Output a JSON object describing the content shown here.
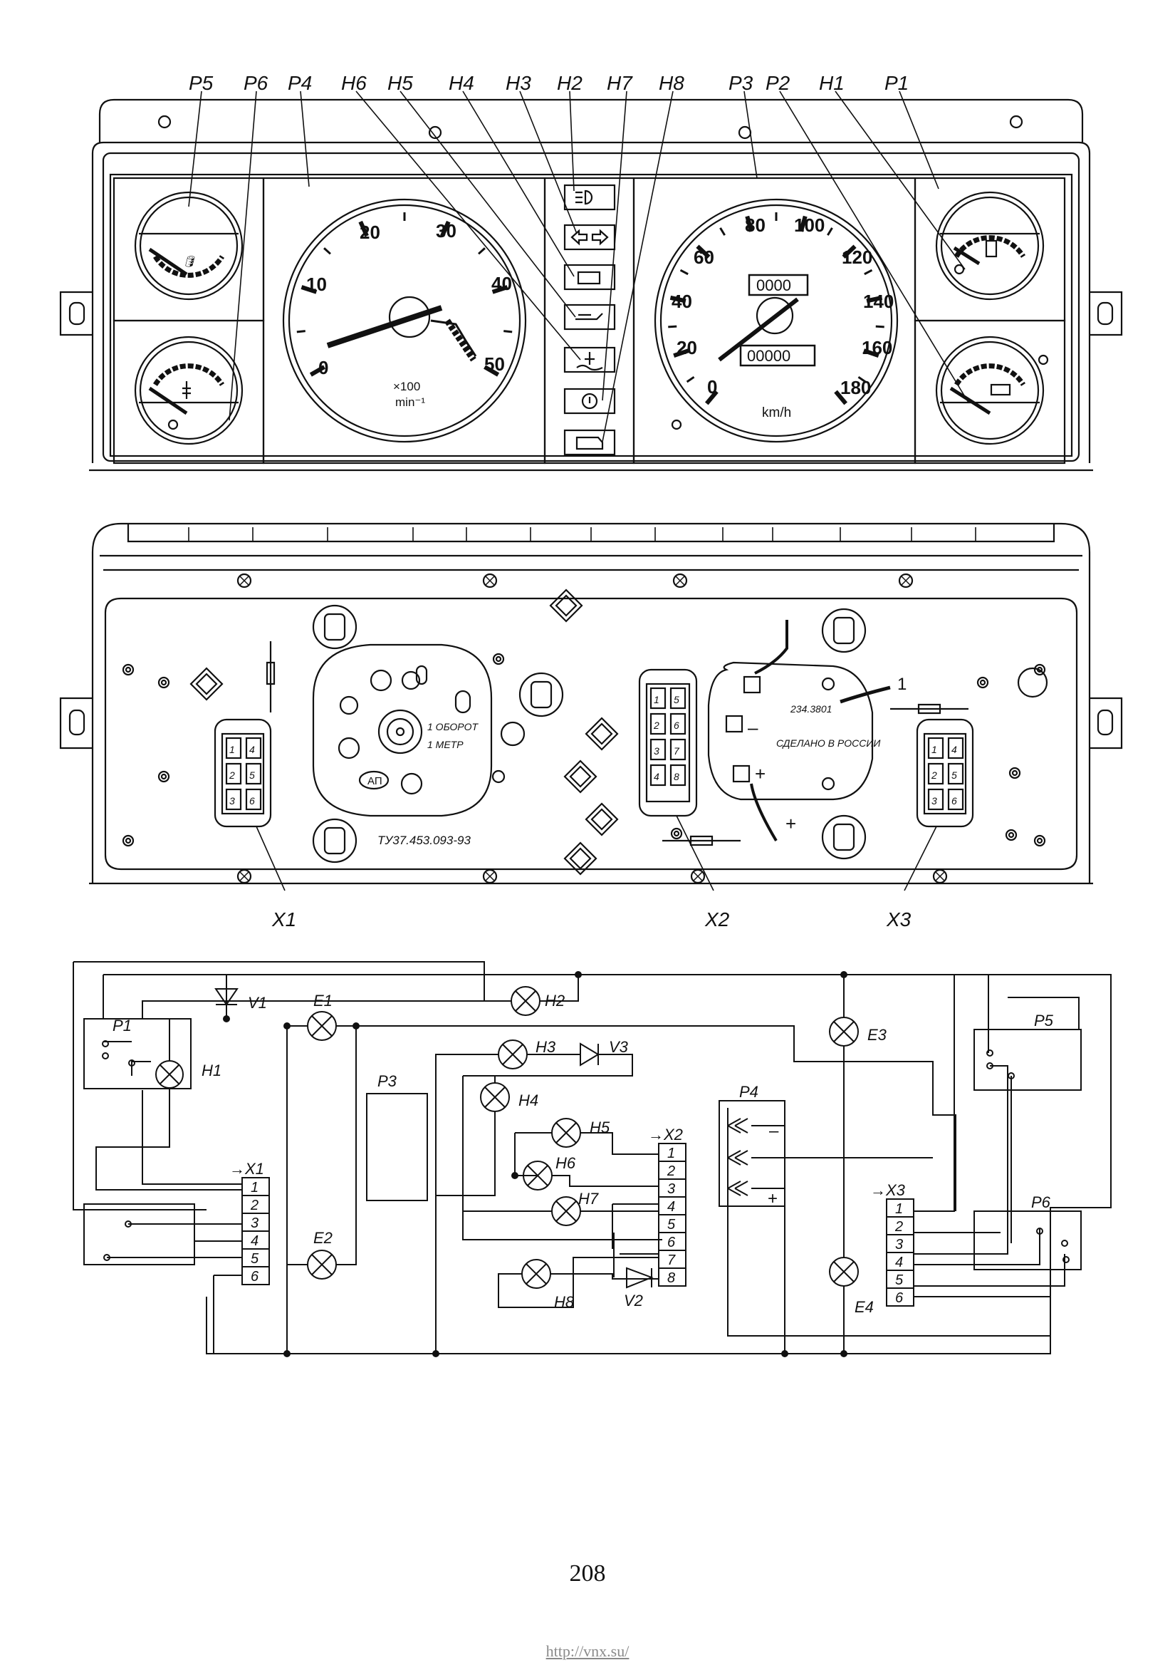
{
  "instrument_panel": {
    "callout_labels": [
      "P5",
      "P6",
      "P4",
      "H6",
      "H5",
      "H4",
      "H3",
      "H2",
      "H7",
      "H8",
      "P3",
      "P2",
      "H1",
      "P1"
    ],
    "tachometer": {
      "scale": [
        "0",
        "10",
        "20",
        "30",
        "40",
        "50"
      ],
      "unit_line1": "×100",
      "unit_line2": "min⁻¹"
    },
    "speedometer": {
      "scale": [
        "0",
        "20",
        "40",
        "60",
        "80",
        "100",
        "120",
        "140",
        "160",
        "180"
      ],
      "unit": "km/h",
      "trip_odometer": "0000",
      "odometer": "00000"
    },
    "warning_lamps": [
      "high-beam-icon",
      "turn-signal-icon",
      "battery-icon",
      "oil-pressure-icon",
      "coolant-temp-icon",
      "brake-icon",
      "check-engine-icon"
    ]
  },
  "rear_view": {
    "connector_labels": [
      "X1",
      "X2",
      "X3"
    ],
    "part_number": "ТУ37.453.093-93",
    "tacho_marking_1": "1 ОБОРОТ",
    "tacho_marking_2": "1 МЕТР",
    "tacho_logo": "АП",
    "speedo_part": "234.3801",
    "speedo_marking": "СДЕЛАНО В РОССИИ",
    "wire_marker": "1",
    "connector_x1_pins": [
      "1",
      "4",
      "2",
      "5",
      "3",
      "6"
    ],
    "connector_x2_pins": [
      "1",
      "5",
      "2",
      "6",
      "3",
      "7",
      "4",
      "8"
    ],
    "connector_x3_pins": [
      "1",
      "4",
      "2",
      "5",
      "3",
      "6"
    ],
    "polarity_minus": "–",
    "polarity_plus": "+"
  },
  "schematic": {
    "components": {
      "P1": "P1",
      "H1": "H1",
      "V1": "V1",
      "E1": "E1",
      "E2": "E2",
      "H2": "H2",
      "P3": "P3",
      "H3": "H3",
      "V3": "V3",
      "H4": "H4",
      "H5": "H5",
      "H6": "H6",
      "H7": "H7",
      "H8": "H8",
      "V2": "V2",
      "P4": "P4",
      "E3": "E3",
      "E4": "E4",
      "P5": "P5",
      "P6": "P6"
    },
    "x1": {
      "label": "→X1",
      "pins": [
        "1",
        "2",
        "3",
        "4",
        "5",
        "6"
      ]
    },
    "x2": {
      "label": "→X2",
      "pins": [
        "1",
        "2",
        "3",
        "4",
        "5",
        "6",
        "7",
        "8"
      ]
    },
    "x3": {
      "label": "→X3",
      "pins": [
        "1",
        "2",
        "3",
        "4",
        "5",
        "6"
      ]
    },
    "p4_minus": "–",
    "p4_plus": "+"
  },
  "footer": {
    "page_number": "208",
    "url": "http://vnx.su/"
  }
}
